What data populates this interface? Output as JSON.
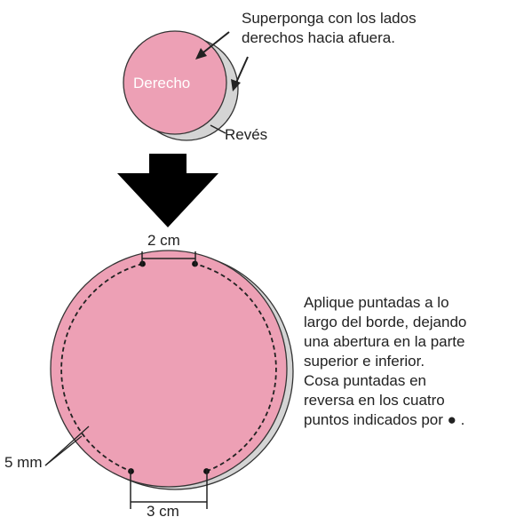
{
  "top_note": {
    "line1": "Superponga con los lados",
    "line2": "derechos hacia afuera."
  },
  "front_label": "Derecho",
  "back_label": "Revés",
  "gap_top": "2 cm",
  "gap_bottom": "3 cm",
  "seam_allowance": "5 mm",
  "instructions": {
    "lines": [
      "Aplique puntadas a lo",
      "largo del borde, dejando",
      "una abertura en la parte",
      "superior e inferior.",
      "Cosa puntadas en",
      "reversa en los cuatro",
      "puntos indicados por ● ."
    ]
  },
  "colors": {
    "fabric": "#EDA0B5",
    "lining": "#D4D4D4",
    "outline": "#333333",
    "arrow": "#000000"
  }
}
